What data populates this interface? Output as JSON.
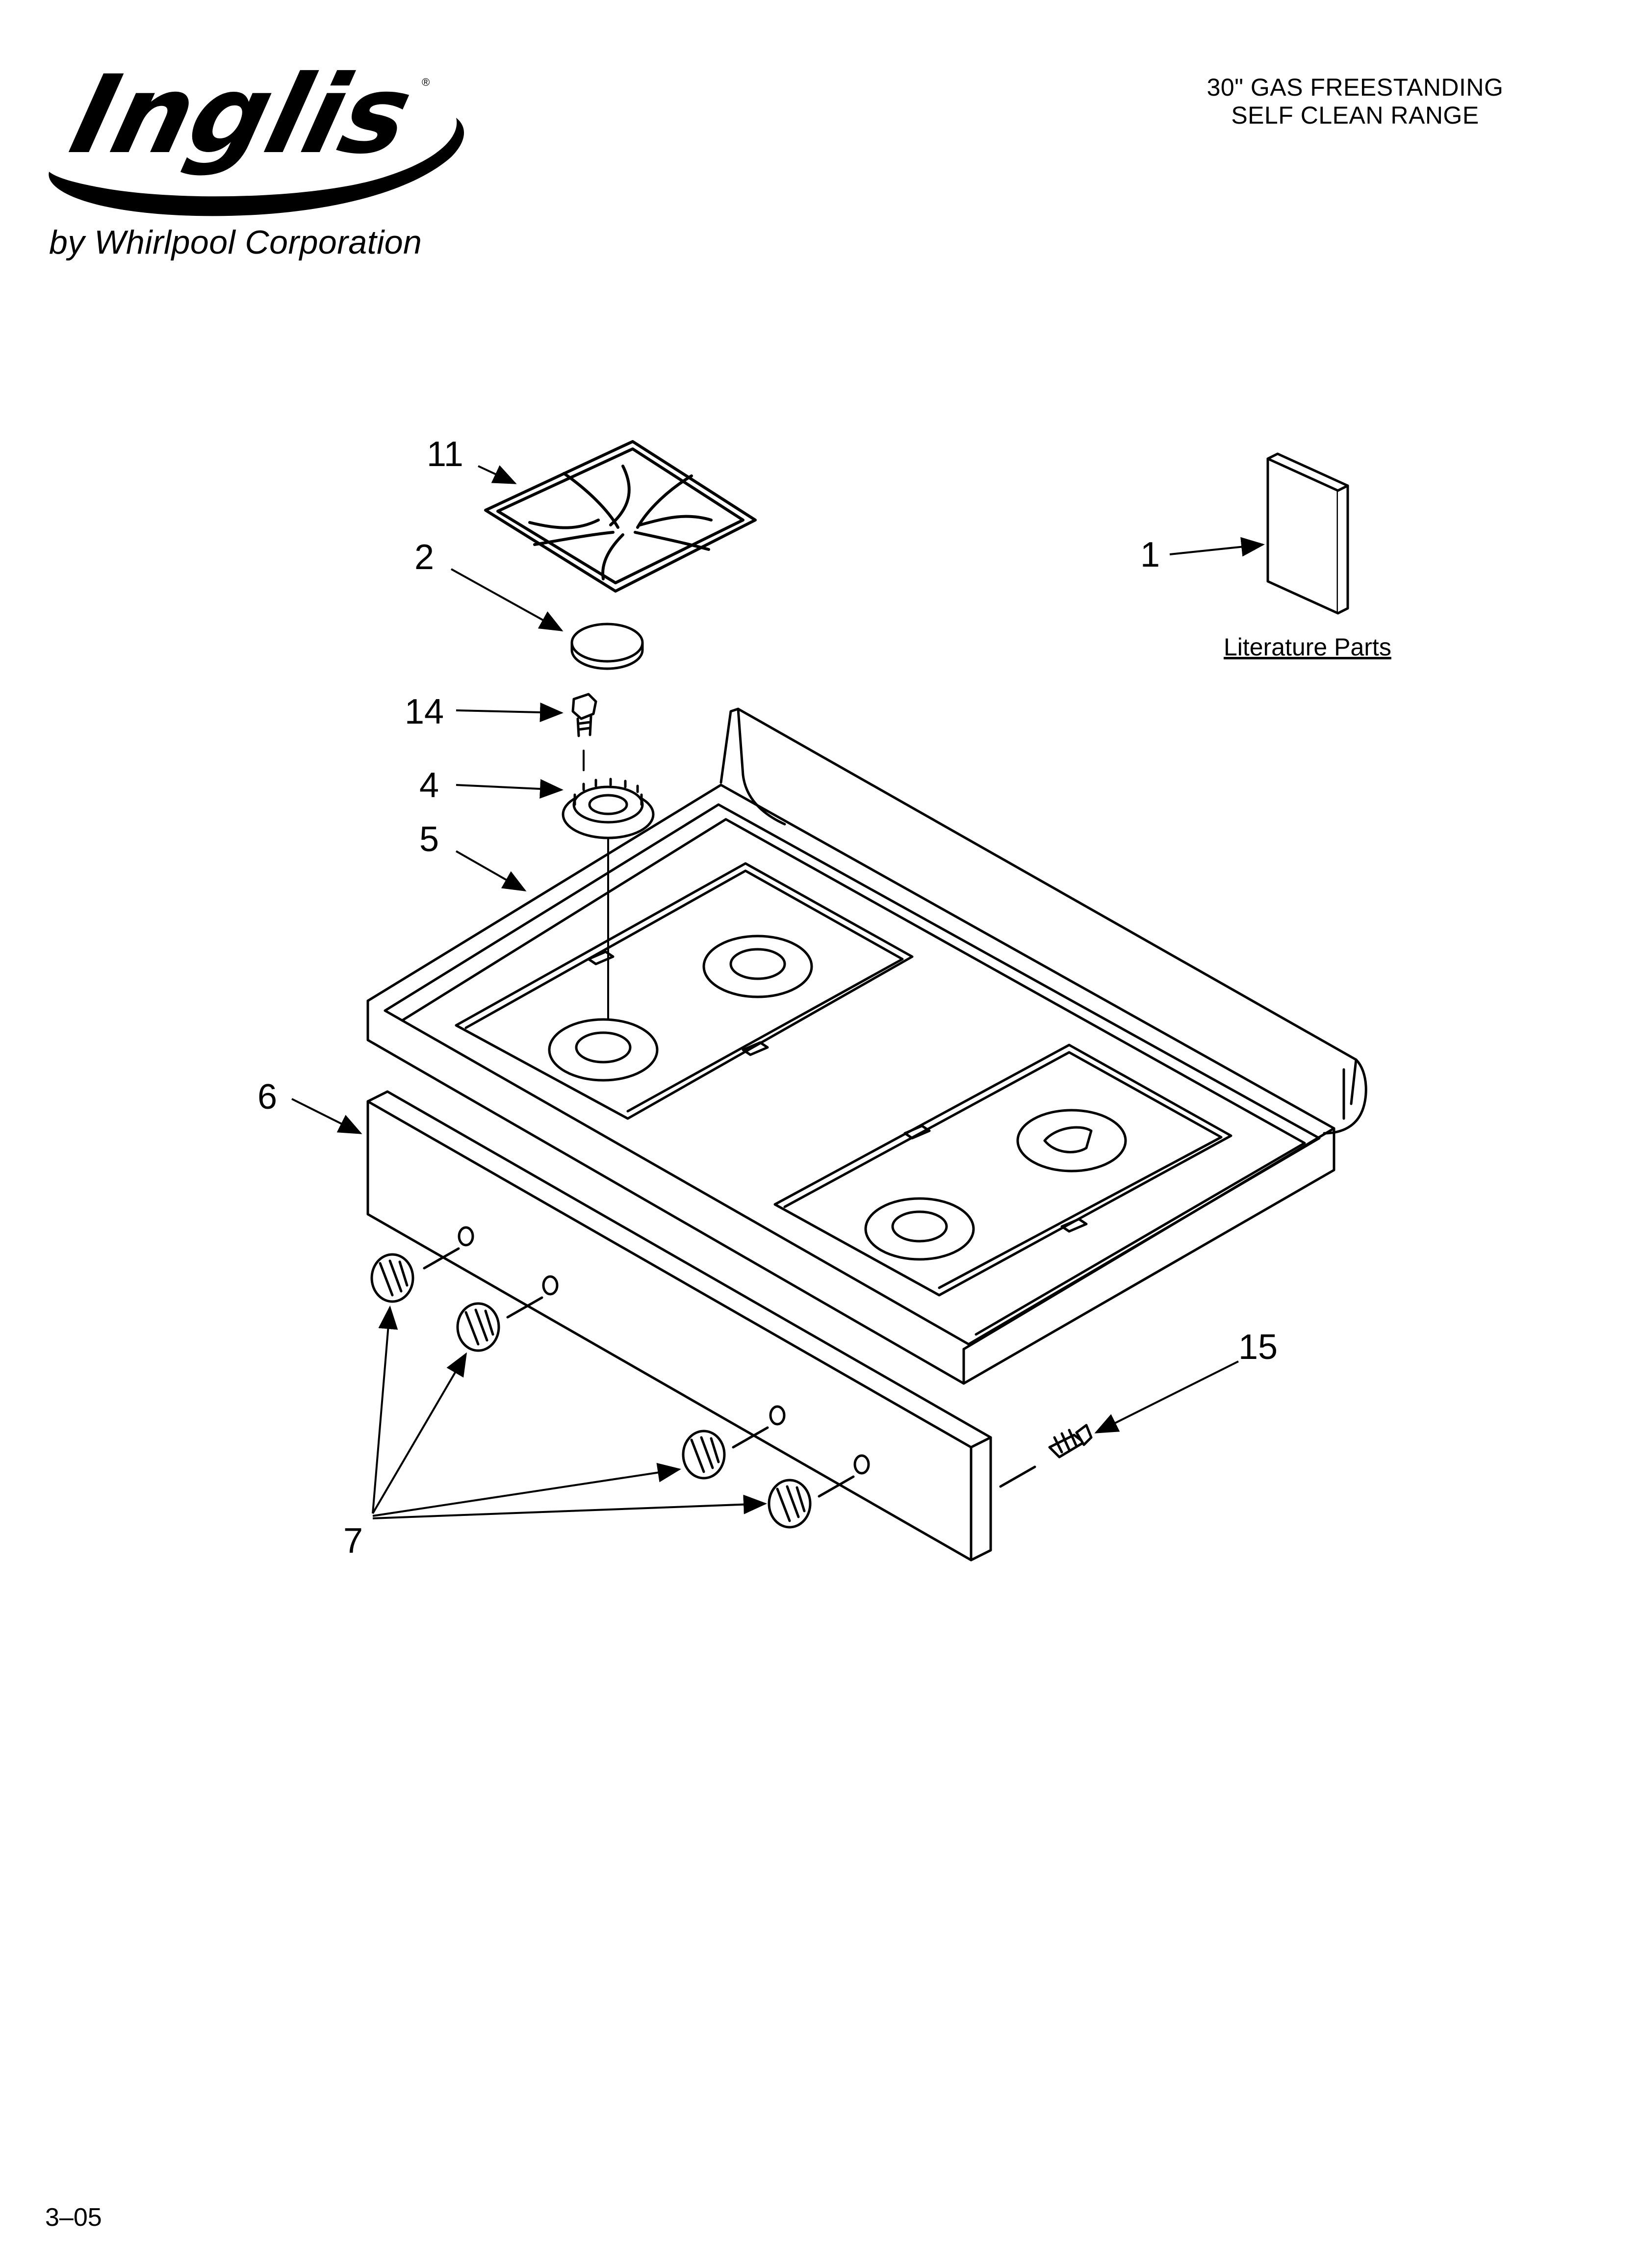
{
  "brand": {
    "logo_text": "Inglis",
    "registered_mark": "®",
    "byline": "by Whirlpool Corporation"
  },
  "title": {
    "line1": "30\" GAS FREESTANDING",
    "line2": "SELF CLEAN RANGE"
  },
  "callouts": {
    "c1": "1",
    "c2": "2",
    "c4": "4",
    "c5": "5",
    "c6": "6",
    "c7": "7",
    "c11": "11",
    "c14": "14",
    "c15": "15"
  },
  "literature_label": "Literature Parts",
  "footer_code": "3–05"
}
